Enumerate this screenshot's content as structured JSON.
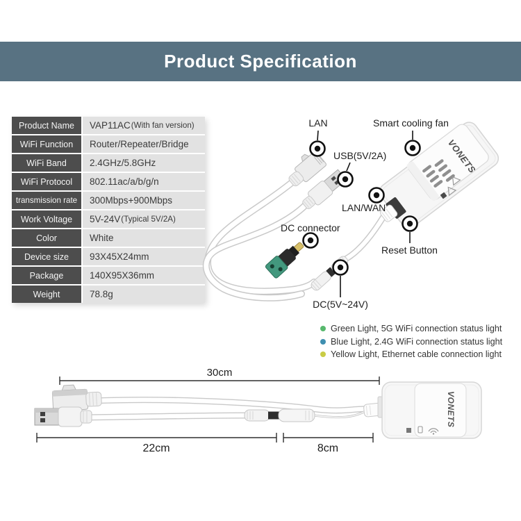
{
  "header": {
    "title": "Product Specification",
    "bg_color": "#587282"
  },
  "spec_table": {
    "rows": [
      {
        "label": "Product Name",
        "value": "VAP11AC",
        "suffix": "(With fan version)"
      },
      {
        "label": "WiFi Function",
        "value": "Router/Repeater/Bridge",
        "suffix": ""
      },
      {
        "label": "WiFi Band",
        "value": "2.4GHz/5.8GHz",
        "suffix": ""
      },
      {
        "label": "WiFi Protocol",
        "value": "802.11ac/a/b/g/n",
        "suffix": ""
      },
      {
        "label": "transmission rate",
        "value": "300Mbps+900Mbps",
        "suffix": ""
      },
      {
        "label": "Work Voltage",
        "value": "5V-24V",
        "suffix": "(Typical 5V/2A)"
      },
      {
        "label": "Color",
        "value": "White",
        "suffix": ""
      },
      {
        "label": "Device size",
        "value": "93X45X24mm",
        "suffix": ""
      },
      {
        "label": "Package",
        "value": "140X95X36mm",
        "suffix": ""
      },
      {
        "label": "Weight",
        "value": "78.8g",
        "suffix": ""
      }
    ]
  },
  "device_diagram": {
    "brand": "VONETS",
    "labels": {
      "lan": "LAN",
      "smart_cooling_fan": "Smart cooling fan",
      "usb": "USB(5V/2A)",
      "lan_wan": "LAN/WAN",
      "dc_connector": "DC connector",
      "reset_button": "Reset Button",
      "dc_range": "DC(5V~24V)"
    }
  },
  "status_lights": {
    "items": [
      {
        "color": "#57b86d",
        "text": "Green Light, 5G WiFi connection status light"
      },
      {
        "color": "#3f8fb0",
        "text": "Blue Light, 2.4G WiFi connection status light"
      },
      {
        "color": "#c9cc45",
        "text": "Yellow Light, Ethernet cable connection light"
      }
    ]
  },
  "cable_diagram": {
    "brand": "VONETS",
    "total_length": "30cm",
    "usb_segment": "22cm",
    "dc_segment": "8cm"
  }
}
